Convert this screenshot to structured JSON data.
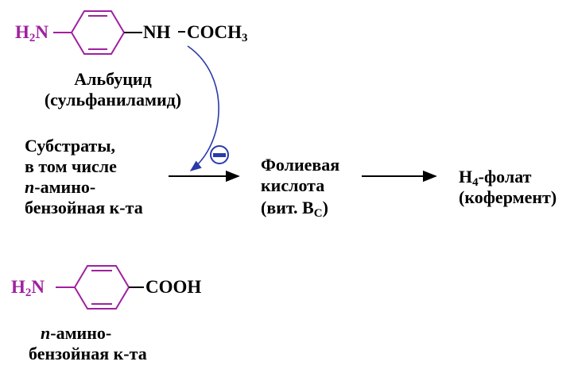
{
  "albucid": {
    "amine": {
      "main": "H",
      "sub": "2",
      "tail": "N"
    },
    "right_group": {
      "nh": "NH",
      "main": "COCH",
      "sub": "3"
    },
    "name_line1": "Альбуцид",
    "name_line2": "(сульфаниламид)"
  },
  "substrates": {
    "line1": "Субстраты,",
    "line2": "в том числе",
    "line3_italic": "п",
    "line3_rest": "-амино-",
    "line4": "бензойная к-та"
  },
  "inhibition_sign": "−",
  "folic_acid": {
    "line1": "Фолиевая",
    "line2": "кислота",
    "line3_main": "(вит. B",
    "line3_sub": "C",
    "line3_end": ")"
  },
  "folate": {
    "prefix": "H",
    "sub": "4",
    "rest": "-фолат",
    "line2": "(кофермент)"
  },
  "paba": {
    "amine": {
      "main": "H",
      "sub": "2",
      "tail": "N"
    },
    "right_group": "COOH",
    "name_italic": "п",
    "name_rest": "-амино-",
    "name_line2": "бензойная к-та"
  },
  "colors": {
    "magenta": "#a020a0",
    "arrow_blue": "#2a3aa8",
    "text": "#000000"
  }
}
